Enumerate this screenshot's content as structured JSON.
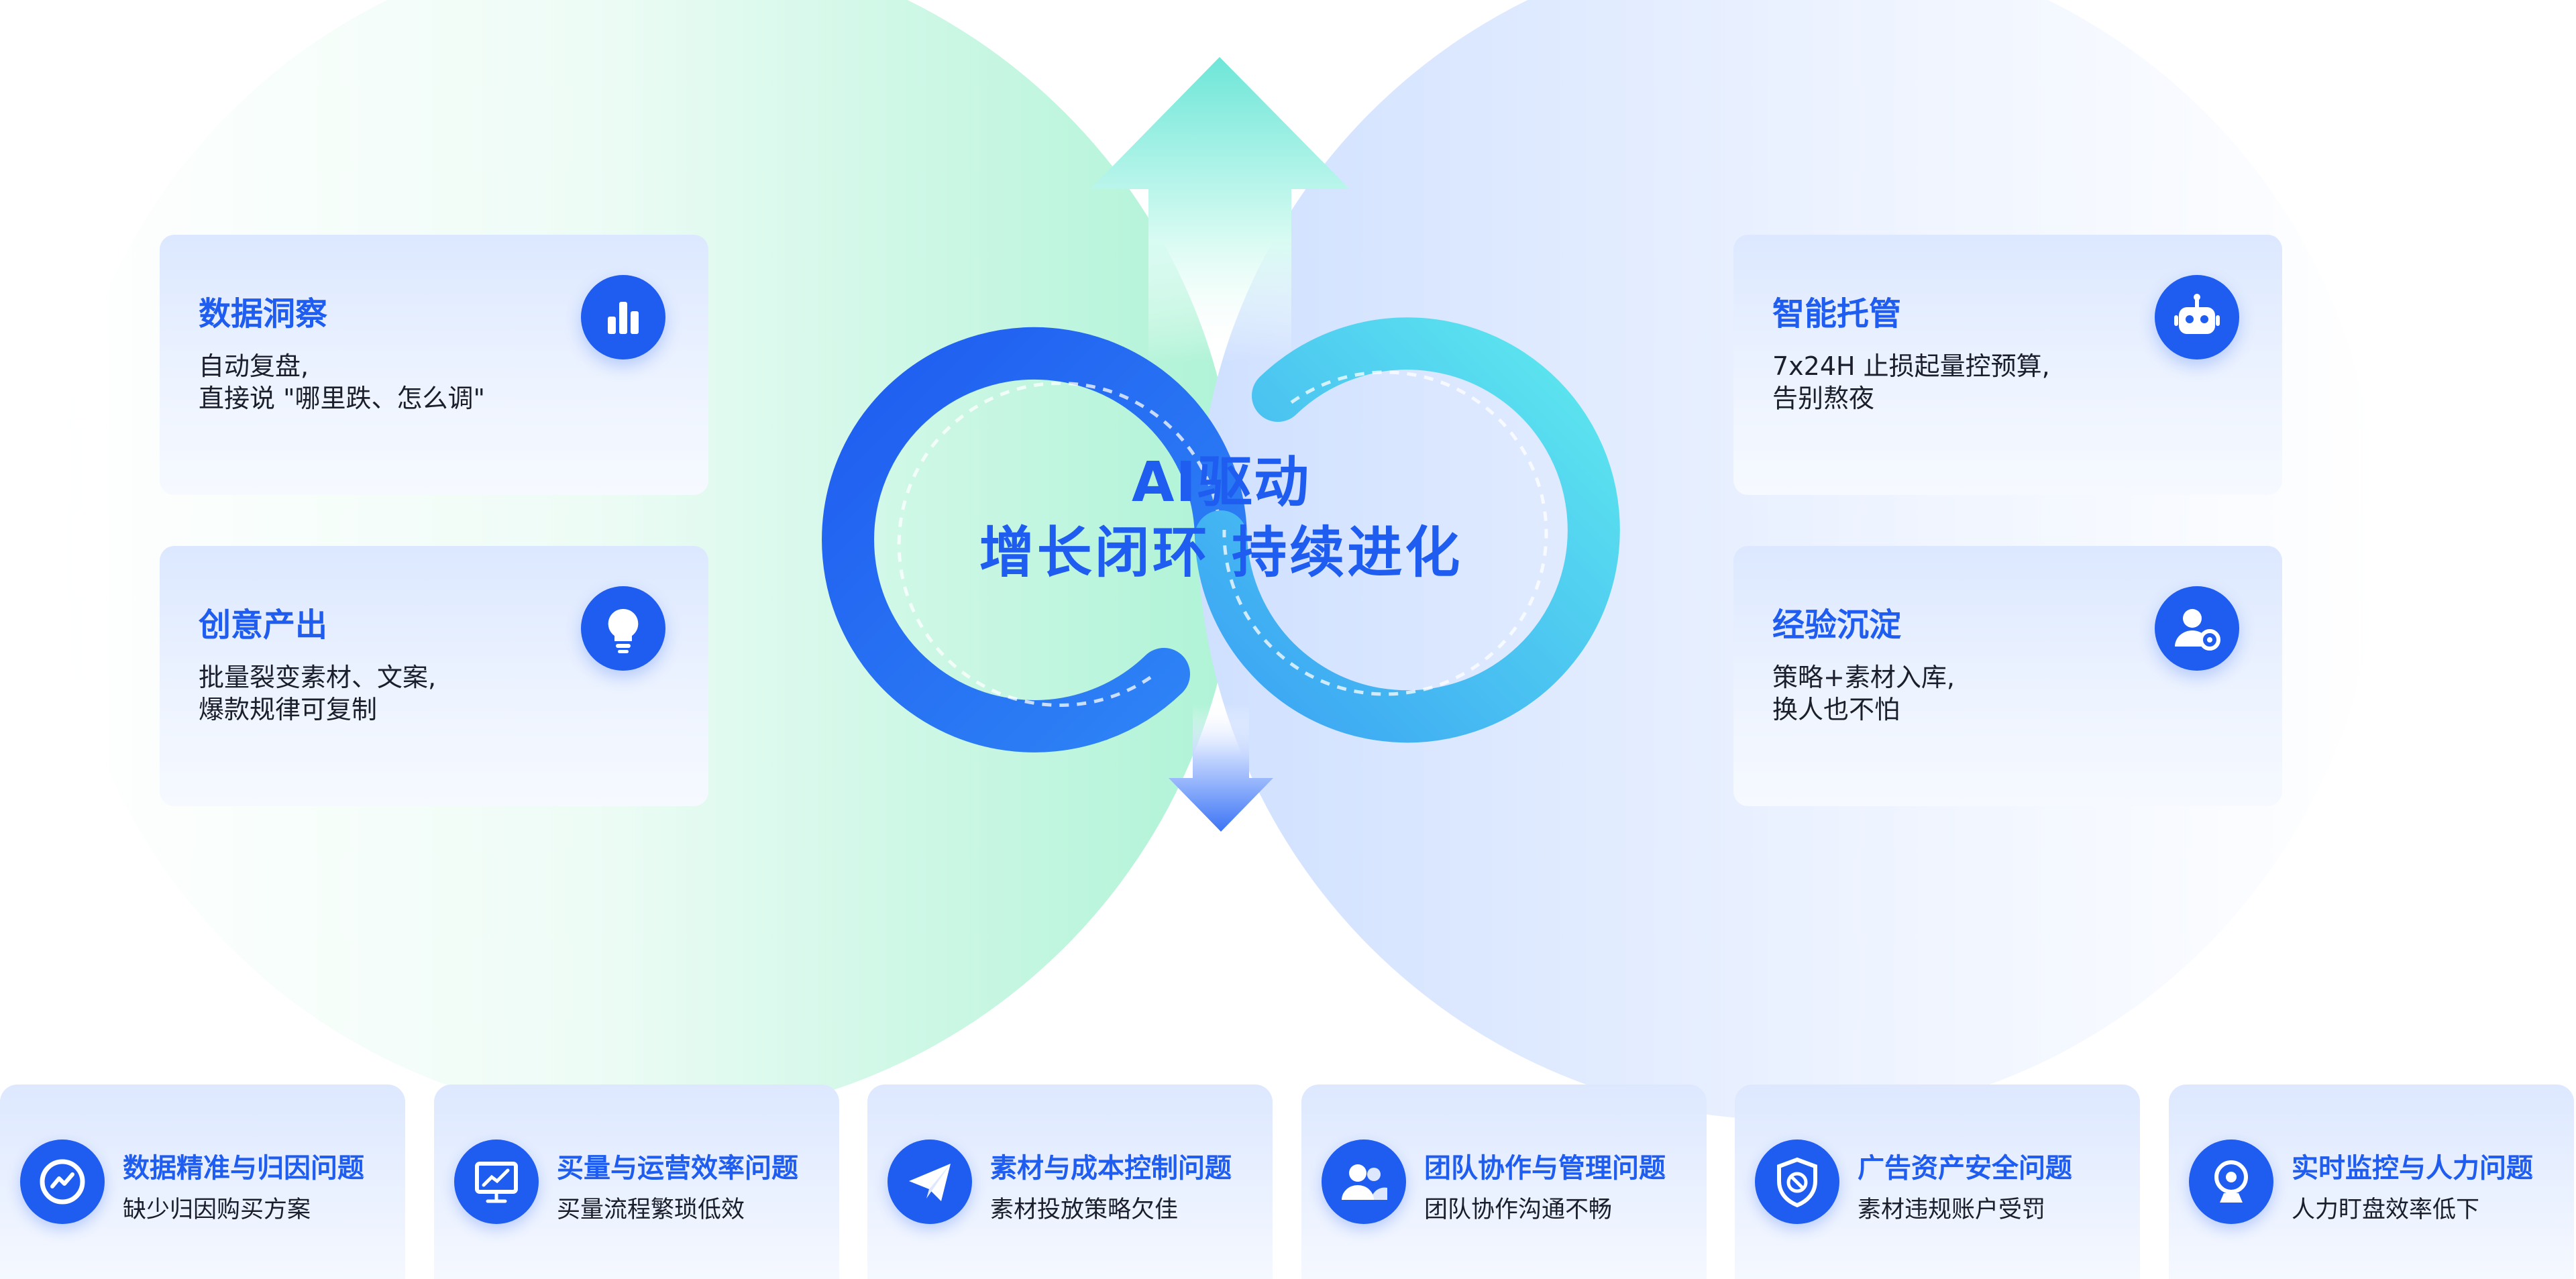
{
  "center": {
    "line1": "AI驱动",
    "line2": "增长闭环 持续进化"
  },
  "cards_left": [
    {
      "title": "数据洞察",
      "desc": [
        "自动复盘,",
        "直接说 \"哪里跌、怎么调\""
      ],
      "icon": "bar-chart-icon"
    },
    {
      "title": "创意产出",
      "desc": [
        "批量裂变素材、文案,",
        "爆款规律可复制"
      ],
      "icon": "lightbulb-icon"
    }
  ],
  "cards_right": [
    {
      "title": "智能托管",
      "desc": [
        "7x24H 止损起量控预算,",
        "告别熬夜"
      ],
      "icon": "robot-icon"
    },
    {
      "title": "经验沉淀",
      "desc": [
        "策略+素材入库,",
        "换人也不怕"
      ],
      "icon": "user-gear-icon"
    }
  ],
  "problems": [
    {
      "title": "数据精准与归因问题",
      "desc": "缺少归因购买方案",
      "icon": "trend-chat-icon"
    },
    {
      "title": "买量与运营效率问题",
      "desc": "买量流程繁琐低效",
      "icon": "presentation-chart-icon"
    },
    {
      "title": "素材与成本控制问题",
      "desc": "素材投放策略欠佳",
      "icon": "paper-plane-icon"
    },
    {
      "title": "团队协作与管理问题",
      "desc": "团队协作沟通不畅",
      "icon": "team-icon"
    },
    {
      "title": "广告资产安全问题",
      "desc": "素材违规账户受罚",
      "icon": "shield-ban-icon"
    },
    {
      "title": "实时监控与人力问题",
      "desc": "人力盯盘效率低下",
      "icon": "webcam-icon"
    }
  ],
  "colors": {
    "brand_blue": "#1f5cf0",
    "cyan": "#5de8ef",
    "mint": "#b8f5dc",
    "text_dark": "#1a1f2b"
  }
}
